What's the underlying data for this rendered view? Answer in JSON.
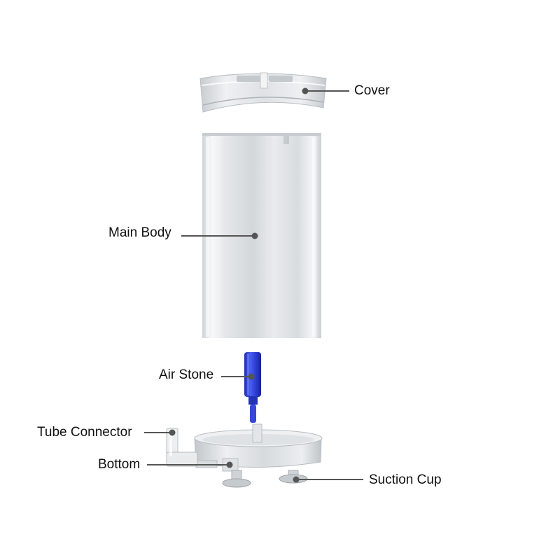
{
  "labels": {
    "cover": "Cover",
    "main_body": "Main Body",
    "air_stone": "Air Stone",
    "tube_connector": "Tube Connector",
    "bottom": "Bottom",
    "suction_cup": "Suction Cup"
  },
  "colors": {
    "leader_line": "#555555",
    "air_stone": "#2b3fd1",
    "acrylic": "#d9dde0"
  }
}
